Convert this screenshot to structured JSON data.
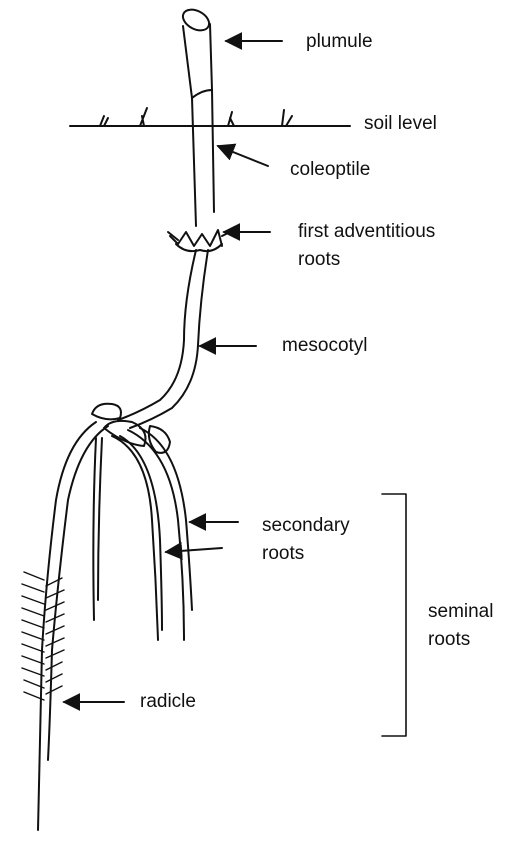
{
  "labels": {
    "plumule": "plumule",
    "soil_level": "soil level",
    "coleoptile": "coleoptile",
    "first_adventitious_line1": "first adventitious",
    "first_adventitious_line2": "roots",
    "mesocotyl": "mesocotyl",
    "secondary_line1": "secondary",
    "secondary_line2": "roots",
    "seminal_line1": "seminal",
    "seminal_line2": "roots",
    "radicle": "radicle"
  }
}
